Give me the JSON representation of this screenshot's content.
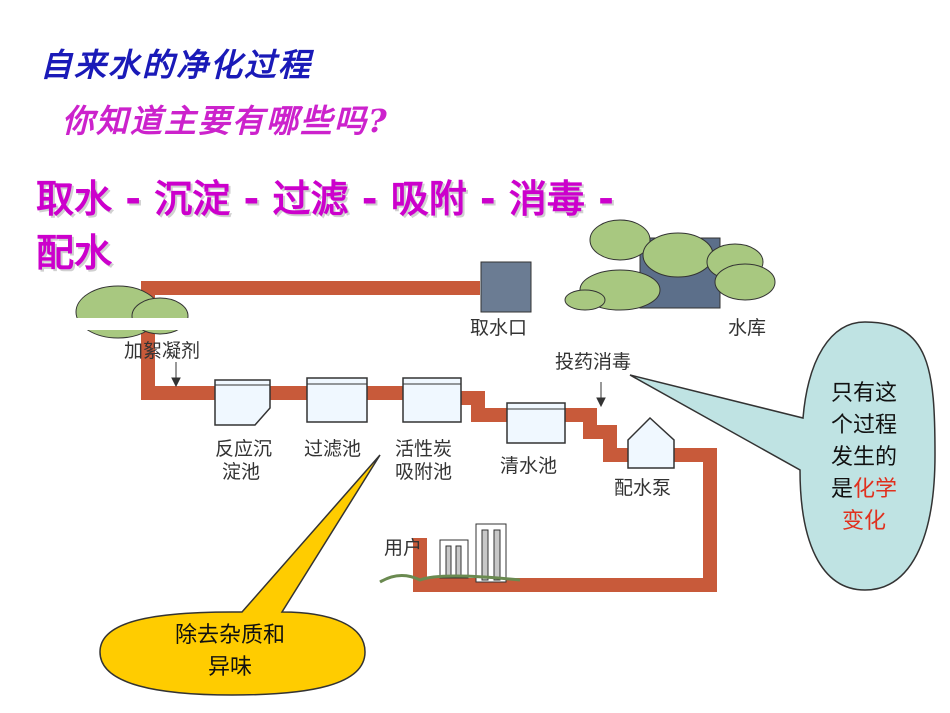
{
  "title": "自来水的净化过程",
  "subtitle": "你知道主要有哪些吗?",
  "process_line": "取水 - 沉淀 - 过滤 - 吸附 - 消毒 - 配水",
  "labels": {
    "reservoir": "水库",
    "intake": "取水口",
    "coagulant": "加絮凝剂",
    "sedimentation_1": "反应沉",
    "sedimentation_2": "淀池",
    "filter": "过滤池",
    "carbon_1": "活性炭",
    "carbon_2": "吸附池",
    "clear_water": "清水池",
    "disinfect": "投药消毒",
    "pump": "配水泵",
    "user": "用户"
  },
  "callout_blue": {
    "lines": [
      "只有这",
      "个过程",
      "发生的"
    ],
    "last_plain": "是",
    "last_red": "化学",
    "red_line": "变化",
    "fill": "#bfe3e3"
  },
  "callout_yellow": {
    "line1": "除去杂质和",
    "line2": "异味",
    "fill": "#ffcc00"
  },
  "colors": {
    "pipe": "#c85a3a",
    "tree": "#a8c880",
    "title_blue": "#1a1ab8",
    "title_magenta": "#cc22cc"
  }
}
